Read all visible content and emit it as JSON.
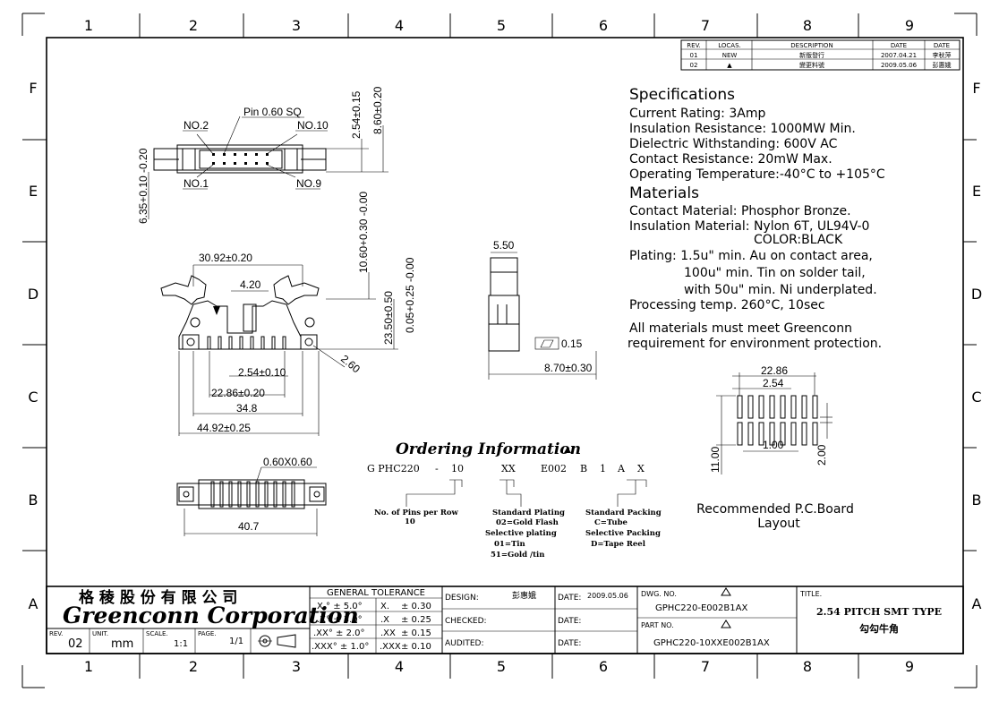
{
  "border": {
    "columns": [
      "1",
      "2",
      "3",
      "4",
      "5",
      "6",
      "7",
      "8",
      "9"
    ],
    "rows": [
      "F",
      "E",
      "D",
      "C",
      "B",
      "A"
    ]
  },
  "revision_table": {
    "headers": [
      "REV.",
      "LOCAS.",
      "DESCRIPTION",
      "DATE",
      "DATE"
    ],
    "rows": [
      [
        "01",
        "NEW",
        "新版發行",
        "2007.04.21",
        "李秋萍"
      ],
      [
        "02",
        "▲",
        "變更料號",
        "2009.05.06",
        "彭惠娥"
      ]
    ]
  },
  "specifications": {
    "title": "Specifications",
    "lines": [
      "Current Rating:  3Amp",
      "Insulation Resistance:  1000MW Min.",
      "Dielectric Withstanding:  600V AC",
      "Contact Resistance:  20mW Max.",
      "Operating Temperature:-40°C to +105°C"
    ],
    "materials_title": "Materials",
    "materials": [
      "Contact Material: Phosphor Bronze.",
      "Insulation Material: Nylon 6T, UL94V-0",
      "COLOR:BLACK",
      "Plating: 1.5u\" min. Au on contact area,",
      "100u\" min. Tin on solder tail,",
      "with 50u\" min. Ni underplated.",
      "Processing temp. 260°C, 10sec"
    ],
    "note": [
      "All materials must meet Greenconn",
      "requirement for environment protection."
    ]
  },
  "top_view": {
    "pin_label": "Pin 0.60 SQ",
    "no2": "NO.2",
    "no10": "NO.10",
    "no1": "NO.1",
    "no9": "NO.9",
    "dim_254": "2.54±0.15",
    "dim_860": "8.60±0.20",
    "dim_635": "6.35+0.10 -0.20"
  },
  "front_view": {
    "dim_3092": "30.92±0.20",
    "dim_420": "4.20",
    "dim_1060": "10.60+0.30 -0.00",
    "dim_2350": "23.50±0.50",
    "dim_005": "0.05+0.25 -0.00",
    "dim_260": "2.60",
    "dim_254": "2.54±0.10",
    "dim_2286": "22.86±0.20",
    "dim_348": "34.8",
    "dim_4492": "44.92±0.25"
  },
  "side_view": {
    "dim_550": "5.50",
    "flatness": "0.15",
    "dim_870": "8.70±0.30"
  },
  "bottom_view": {
    "pin_size": "0.60X0.60",
    "dim_407": "40.7"
  },
  "pcb_layout": {
    "dim_2286": "22.86",
    "dim_254": "2.54",
    "dim_100": "1.00",
    "dim_1100": "11.00",
    "dim_200": "2.00",
    "label_line1": "Recommended P.C.Board",
    "label_line2": "Layout"
  },
  "ordering": {
    "title": "Ordering Information",
    "code_parts": [
      "G PHC220",
      "-",
      "10",
      "XX",
      "E002",
      "B",
      "1",
      "A",
      "X"
    ],
    "pins_label": [
      "No. of Pins per Row",
      "10"
    ],
    "plating_label": [
      "Standard Plating",
      "02=Gold Flash",
      "Selective plating",
      "01=Tin",
      "51=Gold /tin"
    ],
    "packing_label": [
      "Standard Packing",
      "C=Tube",
      "Selective Packing",
      "D=Tape Reel"
    ]
  },
  "title_block": {
    "company_cn": "格 稜 股 份 有 限 公 司",
    "company_en": "Greenconn Corporation",
    "rev_label": "REV.",
    "rev_value": "02",
    "unit_label": "UNIT.",
    "unit_value": "mm",
    "scale_label": "SCALE.",
    "scale_value": "1:1",
    "page_label": "PAGE.",
    "page_value": "1/1",
    "tolerance_title": "GENERAL  TOLERANCE",
    "tolerances": [
      [
        "X.° ± 5.0°",
        "X.",
        "± 0.30"
      ],
      [
        ".X° ± 3.0°",
        ".X",
        "± 0.25"
      ],
      [
        ".XX° ± 2.0°",
        ".XX",
        "± 0.15"
      ],
      [
        ".XXX° ± 1.0°",
        ".XXX",
        "± 0.10"
      ]
    ],
    "design_label": "DESIGN:",
    "design_value": "彭惠娥",
    "checked_label": "CHECKED:",
    "audited_label": "AUDITED:",
    "date_label": "DATE:",
    "date_value": "2009.05.06",
    "dwg_label": "DWG. NO.",
    "dwg_value": "GPHC220-E002B1AX",
    "part_label": "PART NO.",
    "part_value": "GPHC220-10XXE002B1AX",
    "title_label": "TITLE.",
    "title_line1": "2.54 PITCH SMT TYPE",
    "title_line2": "勾勾牛角"
  }
}
